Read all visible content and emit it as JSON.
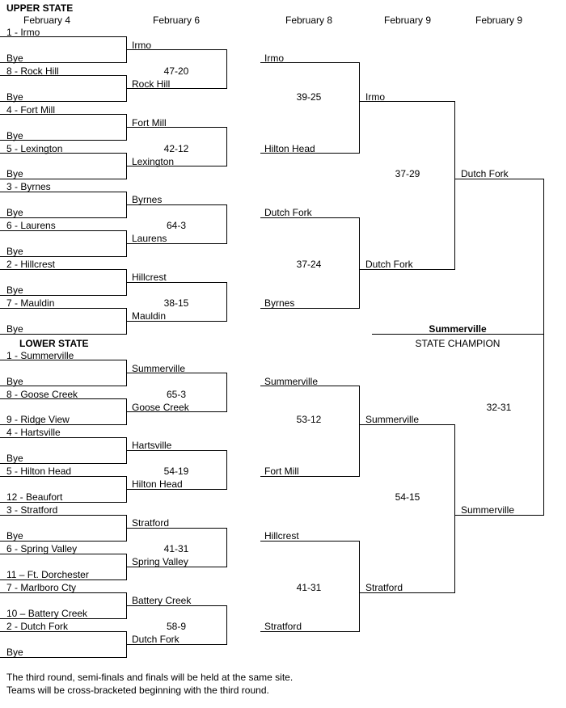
{
  "headers": {
    "upper_state": "UPPER STATE",
    "lower_state": "LOWER STATE",
    "dates": [
      "February 4",
      "February 6",
      "February 8",
      "February 9",
      "February 9"
    ]
  },
  "round1": {
    "upper": [
      [
        "1 - Irmo",
        "Bye"
      ],
      [
        "8 - Rock Hill",
        "Bye"
      ],
      [
        "4 - Fort Mill",
        "Bye"
      ],
      [
        "5 - Lexington",
        "Bye"
      ],
      [
        "3 - Byrnes",
        "Bye"
      ],
      [
        "6 - Laurens",
        "Bye"
      ],
      [
        "2 - Hillcrest",
        "Bye"
      ],
      [
        "7 - Mauldin",
        "Bye"
      ]
    ],
    "lower": [
      [
        "1 - Summerville",
        "Bye"
      ],
      [
        "8 - Goose Creek",
        "9 - Ridge View"
      ],
      [
        "4 - Hartsville",
        "Bye"
      ],
      [
        "5 - Hilton Head",
        "12 - Beaufort"
      ],
      [
        "3 - Stratford",
        "Bye"
      ],
      [
        "6 - Spring Valley",
        "11 – Ft. Dorchester"
      ],
      [
        "7 - Marlboro Cty",
        "10 – Battery Creek"
      ],
      [
        "2 - Dutch Fork",
        "Bye"
      ]
    ]
  },
  "round2": {
    "upper": [
      {
        "teams": [
          "Irmo",
          "Rock Hill"
        ],
        "score": "47-20"
      },
      {
        "teams": [
          "Fort Mill",
          "Lexington"
        ],
        "score": "42-12"
      },
      {
        "teams": [
          "Byrnes",
          "Laurens"
        ],
        "score": "64-3"
      },
      {
        "teams": [
          "Hillcrest",
          "Mauldin"
        ],
        "score": "38-15"
      }
    ],
    "lower": [
      {
        "teams": [
          "Summerville",
          "Goose Creek"
        ],
        "score": "65-3"
      },
      {
        "teams": [
          "Hartsville",
          "Hilton Head"
        ],
        "score": "54-19"
      },
      {
        "teams": [
          "Stratford",
          "Spring Valley"
        ],
        "score": "41-31"
      },
      {
        "teams": [
          "Battery Creek",
          "Dutch Fork"
        ],
        "score": "58-9"
      }
    ]
  },
  "round3": {
    "upper": [
      {
        "teams": [
          "Irmo",
          "Hilton Head"
        ],
        "score": "39-25"
      },
      {
        "teams": [
          "Dutch Fork",
          "Byrnes"
        ],
        "score": "37-24"
      }
    ],
    "lower": [
      {
        "teams": [
          "Summerville",
          "Fort Mill"
        ],
        "score": "53-12"
      },
      {
        "teams": [
          "Hillcrest",
          "Stratford"
        ],
        "score": "41-31"
      }
    ]
  },
  "semifinals": {
    "upper": {
      "teams": [
        "Irmo",
        "Dutch Fork"
      ],
      "score": "37-29"
    },
    "lower": {
      "teams": [
        "Summerville",
        "Stratford"
      ],
      "score": "54-15"
    }
  },
  "final": {
    "teams": [
      "Dutch Fork",
      "Summerville"
    ],
    "score": "32-31",
    "champion": "Summerville",
    "champion_label": "STATE CHAMPION"
  },
  "footnotes": [
    "The third round, semi-finals and finals will be held at the same site.",
    "Teams will be cross-bracketed beginning with the third round."
  ]
}
